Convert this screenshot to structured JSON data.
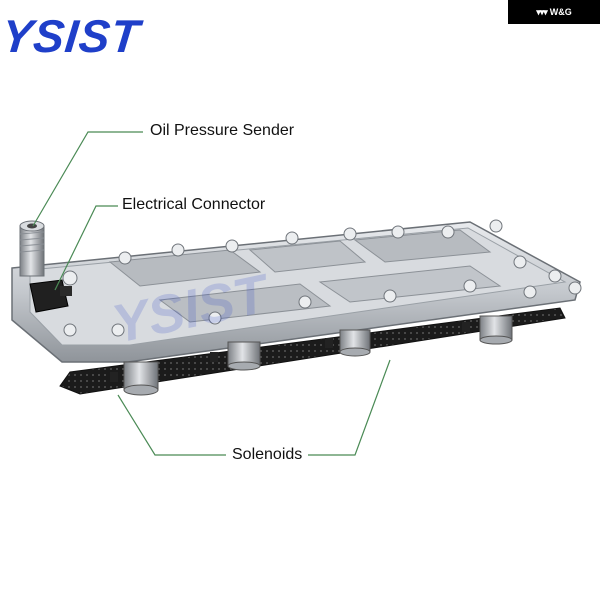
{
  "brand": {
    "name": "YSIST",
    "color": "#1f3fc9"
  },
  "badge": {
    "text": "W&G",
    "icon": "wings-logo-icon"
  },
  "watermark": {
    "text": "YSIST"
  },
  "callouts": {
    "oil_pressure_sender": "Oil Pressure Sender",
    "electrical_connector": "Electrical Connector",
    "solenoids": "Solenoids"
  },
  "colors": {
    "leader_line": "#4a8a55",
    "plate": "#c9ccd0",
    "solenoid_body": "#b9bcc0",
    "gasket": "#1a1a1a"
  }
}
